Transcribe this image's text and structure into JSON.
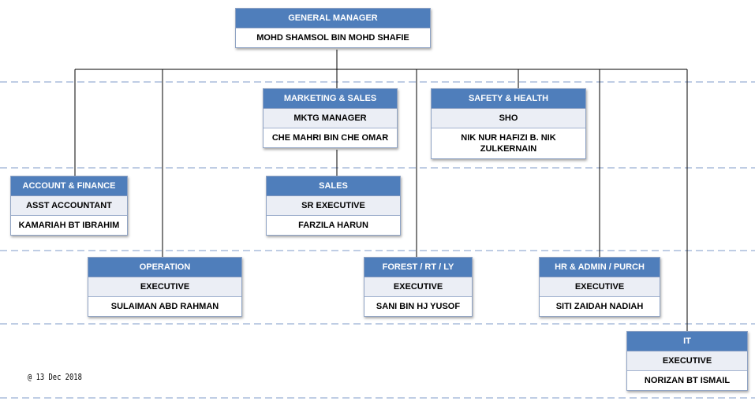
{
  "org_chart": {
    "general_manager": {
      "title": "GENERAL MANAGER",
      "name": "MOHD SHAMSOL BIN MOHD SHAFIE"
    },
    "marketing_sales": {
      "title": "MARKETING & SALES",
      "role": "MKTG MANAGER",
      "name": "CHE MAHRI BIN CHE OMAR"
    },
    "safety_health": {
      "title": "SAFETY & HEALTH",
      "role": "SHO",
      "name": "NIK NUR HAFIZI B. NIK ZULKERNAIN"
    },
    "account_finance": {
      "title": "ACCOUNT & FINANCE",
      "role": "ASST ACCOUNTANT",
      "name": "KAMARIAH BT IBRAHIM"
    },
    "sales": {
      "title": "SALES",
      "role": "SR EXECUTIVE",
      "name": "FARZILA HARUN"
    },
    "operation": {
      "title": "OPERATION",
      "role": "EXECUTIVE",
      "name": "SULAIMAN ABD RAHMAN"
    },
    "forest": {
      "title": "FOREST / RT / LY",
      "role": "EXECUTIVE",
      "name": "SANI BIN HJ YUSOF"
    },
    "hr_admin": {
      "title": "HR & ADMIN / PURCH",
      "role": "EXECUTIVE",
      "name": "SITI ZAIDAH NADIAH"
    },
    "it": {
      "title": "IT",
      "role": "EXECUTIVE",
      "name": "NORIZAN BT ISMAIL"
    }
  },
  "footer": {
    "date_stamp": "@ 13 Dec 2018"
  },
  "colors": {
    "header_fill": "#4f7ebb",
    "role_fill": "#ebeef5",
    "dashed_line": "#7f9bc9",
    "connector": "#000000"
  }
}
